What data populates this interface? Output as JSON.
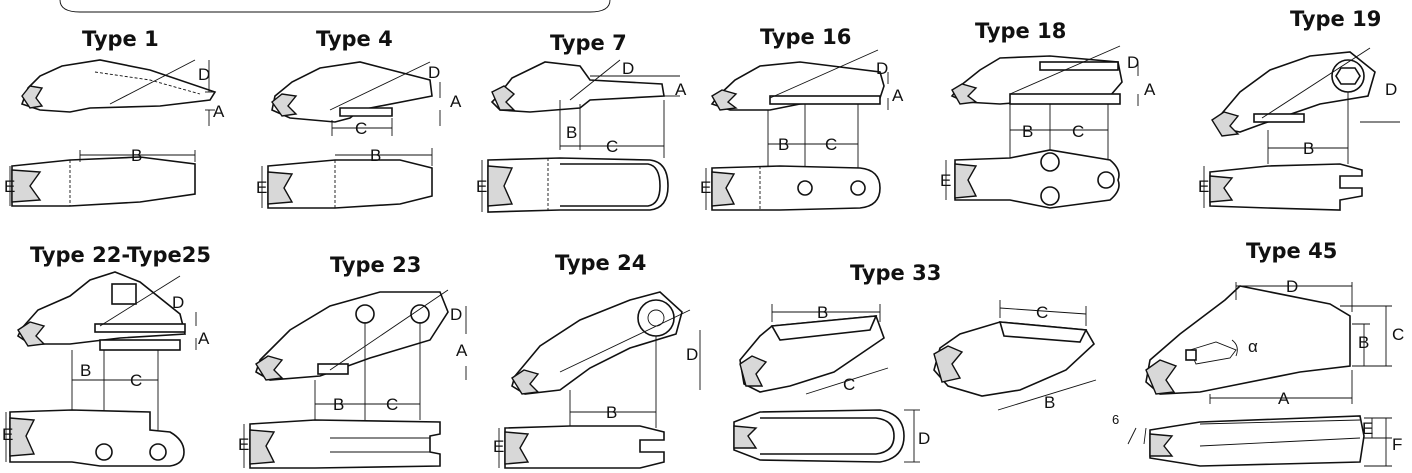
{
  "types": [
    {
      "title": "Type 1",
      "dims": [
        "D",
        "A",
        "B",
        "E"
      ]
    },
    {
      "title": "Type 4",
      "dims": [
        "D",
        "A",
        "C",
        "B",
        "E"
      ]
    },
    {
      "title": "Type 7",
      "dims": [
        "D",
        "A",
        "B",
        "C",
        "E"
      ]
    },
    {
      "title": "Type 16",
      "dims": [
        "D",
        "A",
        "B",
        "C",
        "E"
      ]
    },
    {
      "title": "Type 18",
      "dims": [
        "D",
        "A",
        "B",
        "C",
        "E"
      ]
    },
    {
      "title": "Type 19",
      "dims": [
        "D",
        "B",
        "E"
      ]
    },
    {
      "title": "Type 22-Type25",
      "dims": [
        "D",
        "A",
        "B",
        "C",
        "E"
      ]
    },
    {
      "title": "Type 23",
      "dims": [
        "D",
        "A",
        "B",
        "C",
        "E"
      ]
    },
    {
      "title": "Type 24",
      "dims": [
        "D",
        "B",
        "E"
      ]
    },
    {
      "title": "Type 33",
      "dims": [
        "B",
        "C",
        "D",
        "C",
        "B"
      ]
    },
    {
      "title": "Type 45",
      "dims": [
        "D",
        "C",
        "B",
        "α",
        "A",
        "6",
        "E",
        "F"
      ]
    }
  ]
}
